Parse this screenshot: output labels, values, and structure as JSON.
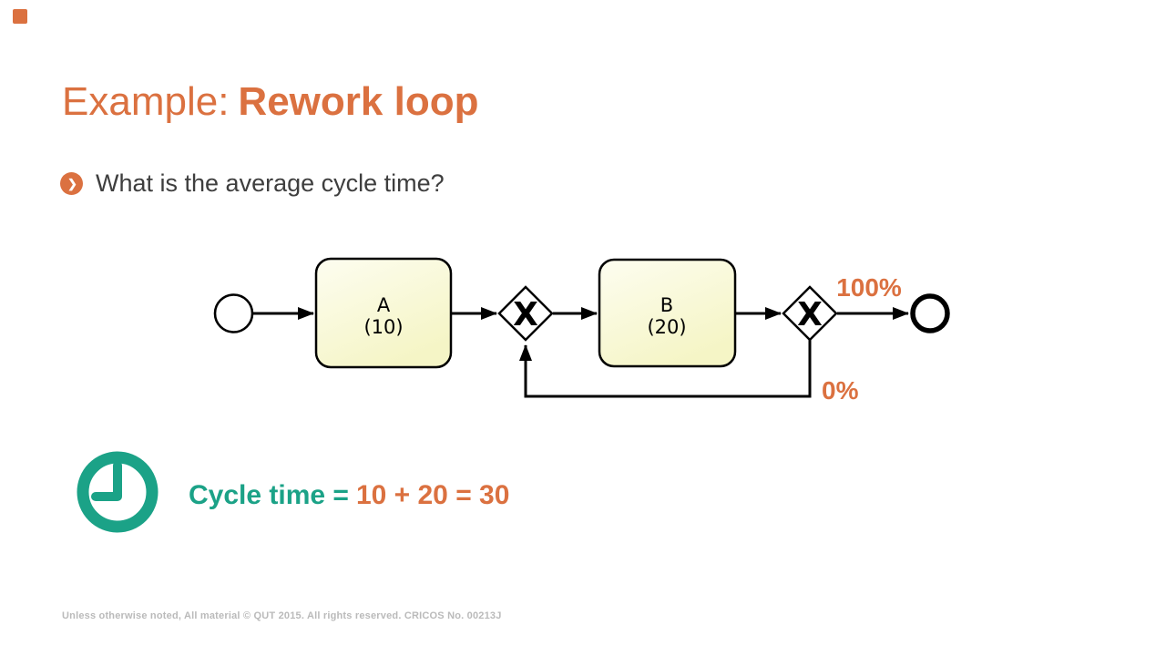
{
  "slide": {
    "title": {
      "prefix": "Example:",
      "emphasis": "Rework loop"
    },
    "bullet": {
      "icon": "chevron-right-circle",
      "text": "What is the average cycle time?"
    },
    "footer": "Unless otherwise noted, All material © QUT 2015. All rights reserved. CRICOS No. 00213J"
  },
  "summary": {
    "icon": "clock-icon",
    "label": "Cycle time =",
    "value": "10 + 20 = 30"
  },
  "colors": {
    "accent_orange": "#DB7140",
    "teal": "#1BA287",
    "task_fill_top": "#FDFDF0",
    "task_fill_bottom": "#F5F5C6",
    "text_dark": "#3E3E3E",
    "footer_gray": "#BABABA",
    "diagram_stroke": "#000000"
  },
  "diagram": {
    "type": "bpmn-flow",
    "nodes": [
      {
        "id": "start",
        "kind": "start-event"
      },
      {
        "id": "taskA",
        "kind": "task",
        "label": "A",
        "duration": "(10)"
      },
      {
        "id": "xor1",
        "kind": "xor-gateway",
        "label": "X"
      },
      {
        "id": "taskB",
        "kind": "task",
        "label": "B",
        "duration": "(20)"
      },
      {
        "id": "xor2",
        "kind": "xor-gateway",
        "label": "X"
      },
      {
        "id": "end",
        "kind": "end-event"
      }
    ],
    "flows": [
      {
        "from": "start",
        "to": "taskA",
        "label": ""
      },
      {
        "from": "taskA",
        "to": "xor1",
        "label": ""
      },
      {
        "from": "xor1",
        "to": "taskB",
        "label": ""
      },
      {
        "from": "taskB",
        "to": "xor2",
        "label": ""
      },
      {
        "from": "xor2",
        "to": "end",
        "label": "100%"
      },
      {
        "from": "xor2",
        "to": "xor1",
        "label": "0%",
        "kind": "rework-loop"
      }
    ]
  }
}
